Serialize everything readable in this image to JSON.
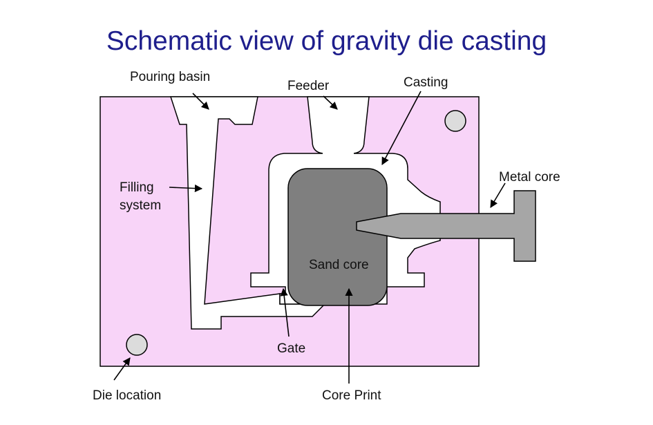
{
  "title": "Schematic view of gravity die casting",
  "labels": {
    "pouring_basin": "Pouring basin",
    "feeder": "Feeder",
    "casting": "Casting",
    "filling_system_1": "Filling",
    "filling_system_2": "system",
    "metal_core": "Metal core",
    "sand_core": "Sand core",
    "gate": "Gate",
    "die_location": "Die location",
    "core_print": "Core Print"
  },
  "colors": {
    "die": "#f8d4f8",
    "sand_core": "#7f7f7f",
    "metal_core": "#a6a6a6",
    "cavity": "#ffffff",
    "location_pin": "#dcdcdc",
    "title": "#1e1e8c"
  }
}
